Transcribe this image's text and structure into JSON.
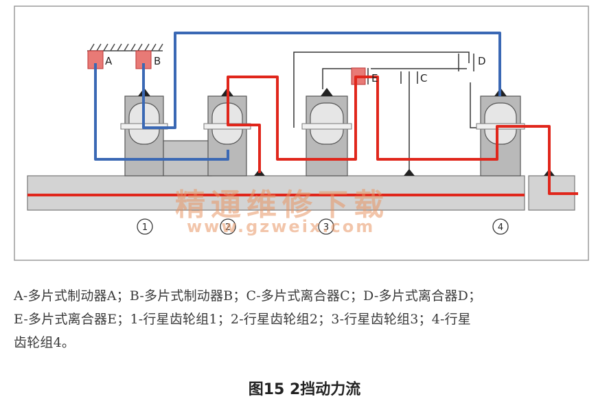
{
  "diagram": {
    "labels": {
      "a": "A",
      "b": "B",
      "c": "C",
      "d": "D",
      "e": "E"
    },
    "gearset_numbers": [
      "1",
      "2",
      "3",
      "4"
    ],
    "colors": {
      "power_flow": "#e0261b",
      "linkage": "#3a68b4",
      "shaft": "#cfcfcf",
      "gear_body": "#b9b9b9",
      "frame": "#9a9a9a"
    }
  },
  "watermark": {
    "text": "精通维修下载",
    "url": "www.gzweix.com"
  },
  "caption": {
    "line1": "A-多片式制动器A；B-多片式制动器B；C-多片式离合器C；D-多片式离合器D；",
    "line2": "E-多片式离合器E；1-行星齿轮组1；2-行星齿轮组2；3-行星齿轮组3；4-行星",
    "line3": "齿轮组4。"
  },
  "figure_title": "图15 2挡动力流"
}
